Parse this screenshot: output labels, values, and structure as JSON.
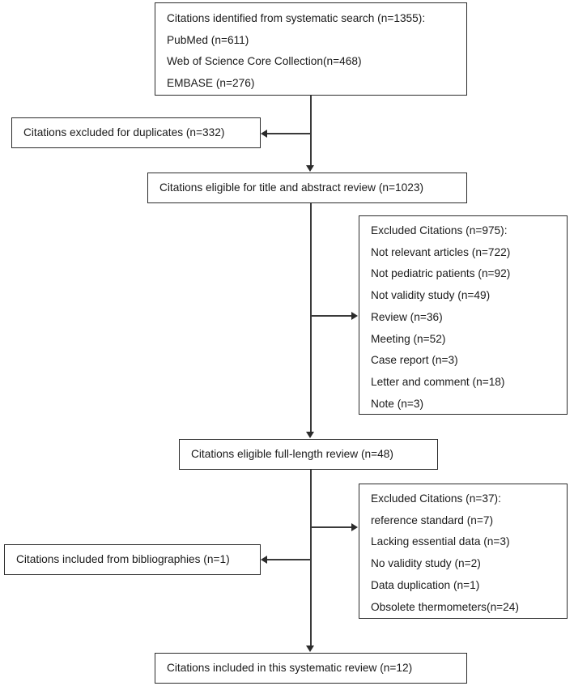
{
  "diagram": {
    "title": "PRISMA study selection flow diagram",
    "type": "flowchart",
    "colors": {
      "box_border": "#2b2b2b",
      "connector": "#3a3a3a",
      "text": "#1a1a1a",
      "background": "#ffffff"
    }
  },
  "nodes": {
    "identified": {
      "name": "citations-identified",
      "lines": [
        "Citations identified from systematic search (n=1355):",
        "PubMed (n=611)",
        "Web of Science Core Collection(n=468)",
        "EMBASE (n=276)"
      ],
      "counts": {
        "total": 1355,
        "pubmed": 611,
        "web_of_science": 468,
        "embase": 276
      }
    },
    "duplicates_excluded": {
      "name": "duplicates-excluded",
      "lines": [
        "Citations excluded for duplicates (n=332)"
      ],
      "counts": {
        "duplicates": 332
      }
    },
    "title_abstract_eligible": {
      "name": "eligible-title-abstract",
      "lines": [
        "Citations eligible for title and abstract review (n=1023)"
      ],
      "counts": {
        "eligible": 1023
      }
    },
    "excluded_screening": {
      "name": "excluded-citations-screening",
      "lines": [
        "Excluded Citations (n=975):",
        "Not relevant articles (n=722)",
        "Not pediatric patients (n=92)",
        "Not validity study (n=49)",
        "Review (n=36)",
        "Meeting (n=52)",
        "Case report (n=3)",
        "Letter and comment (n=18)",
        "Note (n=3)"
      ],
      "counts": {
        "total": 975,
        "not_relevant_articles": 722,
        "not_pediatric_patients": 92,
        "not_validity_study": 49,
        "review": 36,
        "meeting": 52,
        "case_report": 3,
        "letter_and_comment": 18,
        "note": 3
      }
    },
    "full_length_eligible": {
      "name": "eligible-full-length",
      "lines": [
        "Citations eligible full-length review (n=48)"
      ],
      "counts": {
        "eligible": 48
      }
    },
    "excluded_fulltext": {
      "name": "excluded-citations-fulltext",
      "lines": [
        "Excluded Citations (n=37):",
        "reference standard (n=7)",
        "Lacking essential data (n=3)",
        "No validity study (n=2)",
        "Data duplication (n=1)",
        "Obsolete thermometers(n=24)"
      ],
      "counts": {
        "total": 37,
        "reference_standard": 7,
        "lacking_essential_data": 3,
        "no_validity_study": 2,
        "data_duplication": 1,
        "obsolete_thermometers": 24
      }
    },
    "from_bibliographies": {
      "name": "included-from-bibliographies",
      "lines": [
        "Citations included from bibliographies (n=1)"
      ],
      "counts": {
        "included": 1
      }
    },
    "included_final": {
      "name": "included-systematic-review",
      "lines": [
        "Citations included in this systematic review (n=12)"
      ],
      "counts": {
        "included": 12
      }
    }
  },
  "connectors": [
    {
      "name": "identified-to-eligible",
      "kind": "vertical-arrow-down"
    },
    {
      "name": "spine-to-duplicates",
      "kind": "horizontal-arrow-left"
    },
    {
      "name": "eligible-to-fulllength",
      "kind": "vertical-arrow-down"
    },
    {
      "name": "spine-to-excluded-screening",
      "kind": "horizontal-arrow-right"
    },
    {
      "name": "fulllength-to-included",
      "kind": "vertical-arrow-down"
    },
    {
      "name": "spine-to-excluded-fulltext",
      "kind": "horizontal-arrow-right"
    },
    {
      "name": "spine-to-bibliographies",
      "kind": "horizontal-arrow-left"
    }
  ]
}
